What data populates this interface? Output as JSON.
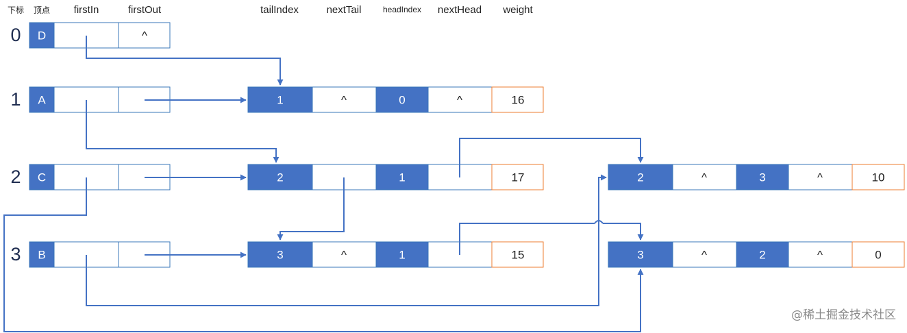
{
  "headers": {
    "index": "下标",
    "vertex": "顶点",
    "firstIn": "firstIn",
    "firstOut": "firstOut",
    "tailIndex": "tailIndex",
    "nextTail": "nextTail",
    "headIndex": "headIndex",
    "nextHead": "nextHead",
    "weight": "weight"
  },
  "vertices": [
    {
      "index": "0",
      "label": "D",
      "firstIn": "",
      "firstOut": "^"
    },
    {
      "index": "1",
      "label": "A",
      "firstIn": "",
      "firstOut": ""
    },
    {
      "index": "2",
      "label": "C",
      "firstIn": "",
      "firstOut": ""
    },
    {
      "index": "3",
      "label": "B",
      "firstIn": "",
      "firstOut": ""
    }
  ],
  "edges": [
    {
      "id": "e10",
      "tailIndex": "1",
      "nextTail": "^",
      "headIndex": "0",
      "nextHead": "^",
      "weight": "16"
    },
    {
      "id": "e21",
      "tailIndex": "2",
      "nextTail": "",
      "headIndex": "1",
      "nextHead": "",
      "weight": "17"
    },
    {
      "id": "e31",
      "tailIndex": "3",
      "nextTail": "^",
      "headIndex": "1",
      "nextHead": "",
      "weight": "15"
    },
    {
      "id": "e23",
      "tailIndex": "2",
      "nextTail": "^",
      "headIndex": "3",
      "nextHead": "^",
      "weight": "10"
    },
    {
      "id": "e32",
      "tailIndex": "3",
      "nextTail": "^",
      "headIndex": "2",
      "nextHead": "^",
      "weight": "0"
    }
  ],
  "watermark": "@稀土掘金技术社区",
  "colors": {
    "fill": "#4472c4",
    "stroke": "#3a77b8",
    "weight_border": "#ed7d31",
    "arrow": "#4472c4",
    "text_dark": "#222222",
    "text_light": "#ffffff"
  }
}
